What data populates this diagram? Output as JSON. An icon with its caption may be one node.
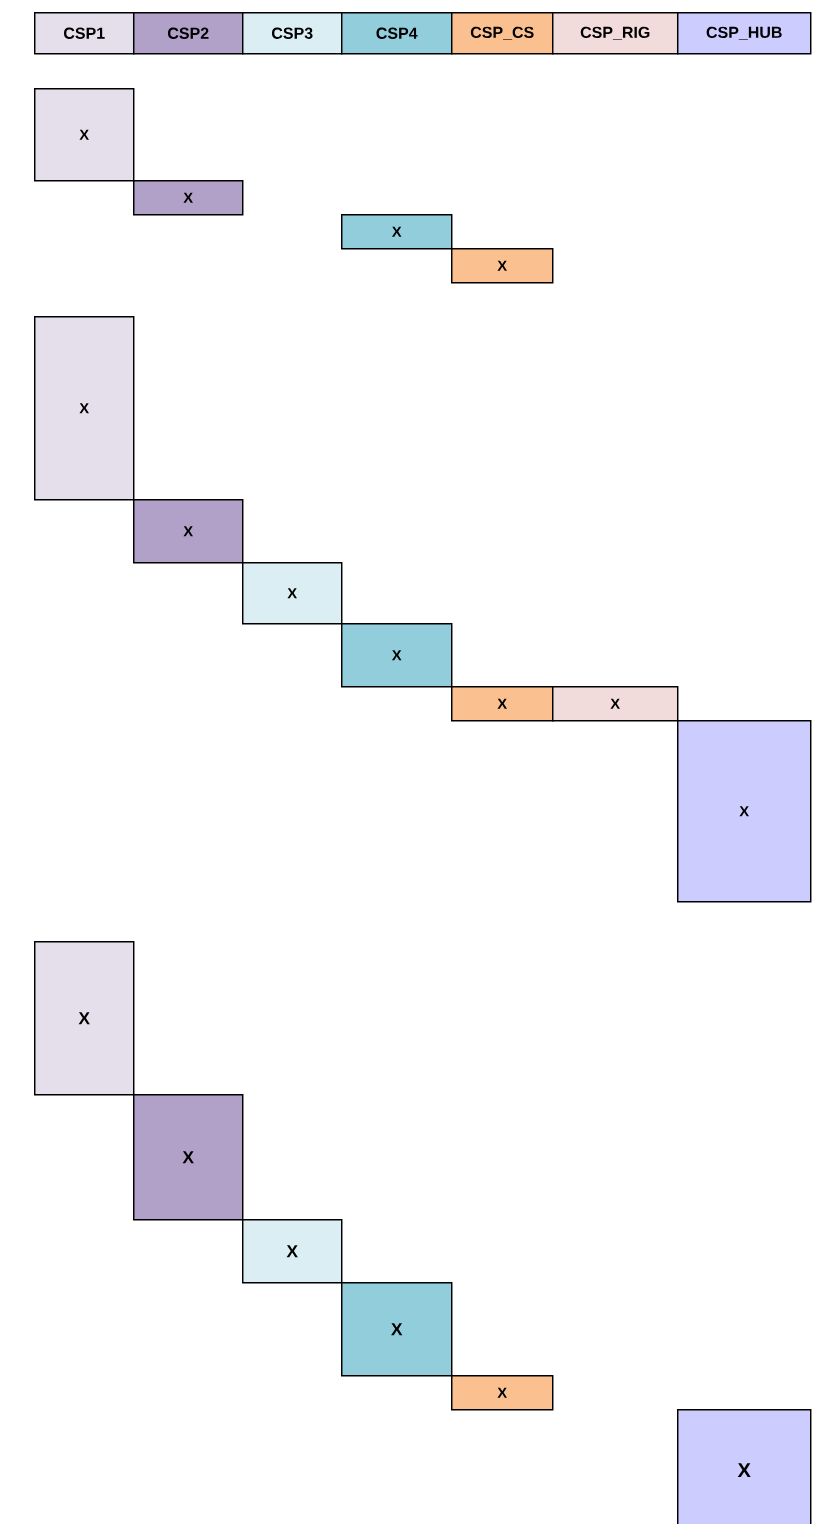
{
  "diagram": {
    "nodes": [
      {
        "text": [
          "CSP1"
        ]
      },
      {
        "text": [
          "CSP2"
        ]
      },
      {
        "text": [
          "CSP3"
        ]
      },
      {
        "text": [
          "CSP4"
        ]
      },
      {
        "text": [
          "CSP_CS"
        ]
      },
      {
        "text": [
          "CSP_RIG"
        ]
      },
      {
        "text": [
          "CSP_HUB"
        ]
      },
      {
        "text": [
          "X"
        ]
      },
      {
        "text": [
          "X"
        ]
      },
      {
        "text": [
          "X"
        ]
      },
      {
        "text": [
          "X"
        ]
      },
      {
        "text": [
          "X"
        ]
      },
      {
        "text": [
          "X"
        ]
      },
      {
        "text": [
          "X"
        ]
      },
      {
        "text": [
          "X"
        ]
      },
      {
        "text": [
          "X"
        ]
      },
      {
        "text": [
          "X"
        ]
      },
      {
        "text": [
          "X"
        ]
      },
      {
        "text": [
          "X"
        ]
      },
      {
        "text": [
          "X"
        ]
      },
      {
        "text": [
          "X"
        ]
      },
      {
        "text": [
          "X"
        ]
      },
      {
        "text": [
          "X"
        ]
      },
      {
        "text": [
          "X"
        ]
      }
    ]
  }
}
